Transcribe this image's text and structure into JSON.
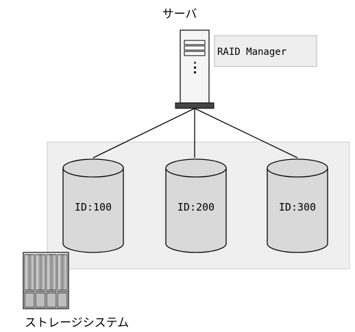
{
  "server": {
    "label": "サーバ",
    "software_label": "RAID Manager"
  },
  "storage": {
    "label": "ストレージシステム"
  },
  "disks": [
    {
      "label": "ID:100"
    },
    {
      "label": "ID:200"
    },
    {
      "label": "ID:300"
    }
  ],
  "colors": {
    "panel_fill": "#efefef",
    "panel_stroke": "#cccccc",
    "disk_fill": "#d9d9d9",
    "server_fill": "#f2f2f2",
    "label_box_fill": "#eeeeee"
  }
}
